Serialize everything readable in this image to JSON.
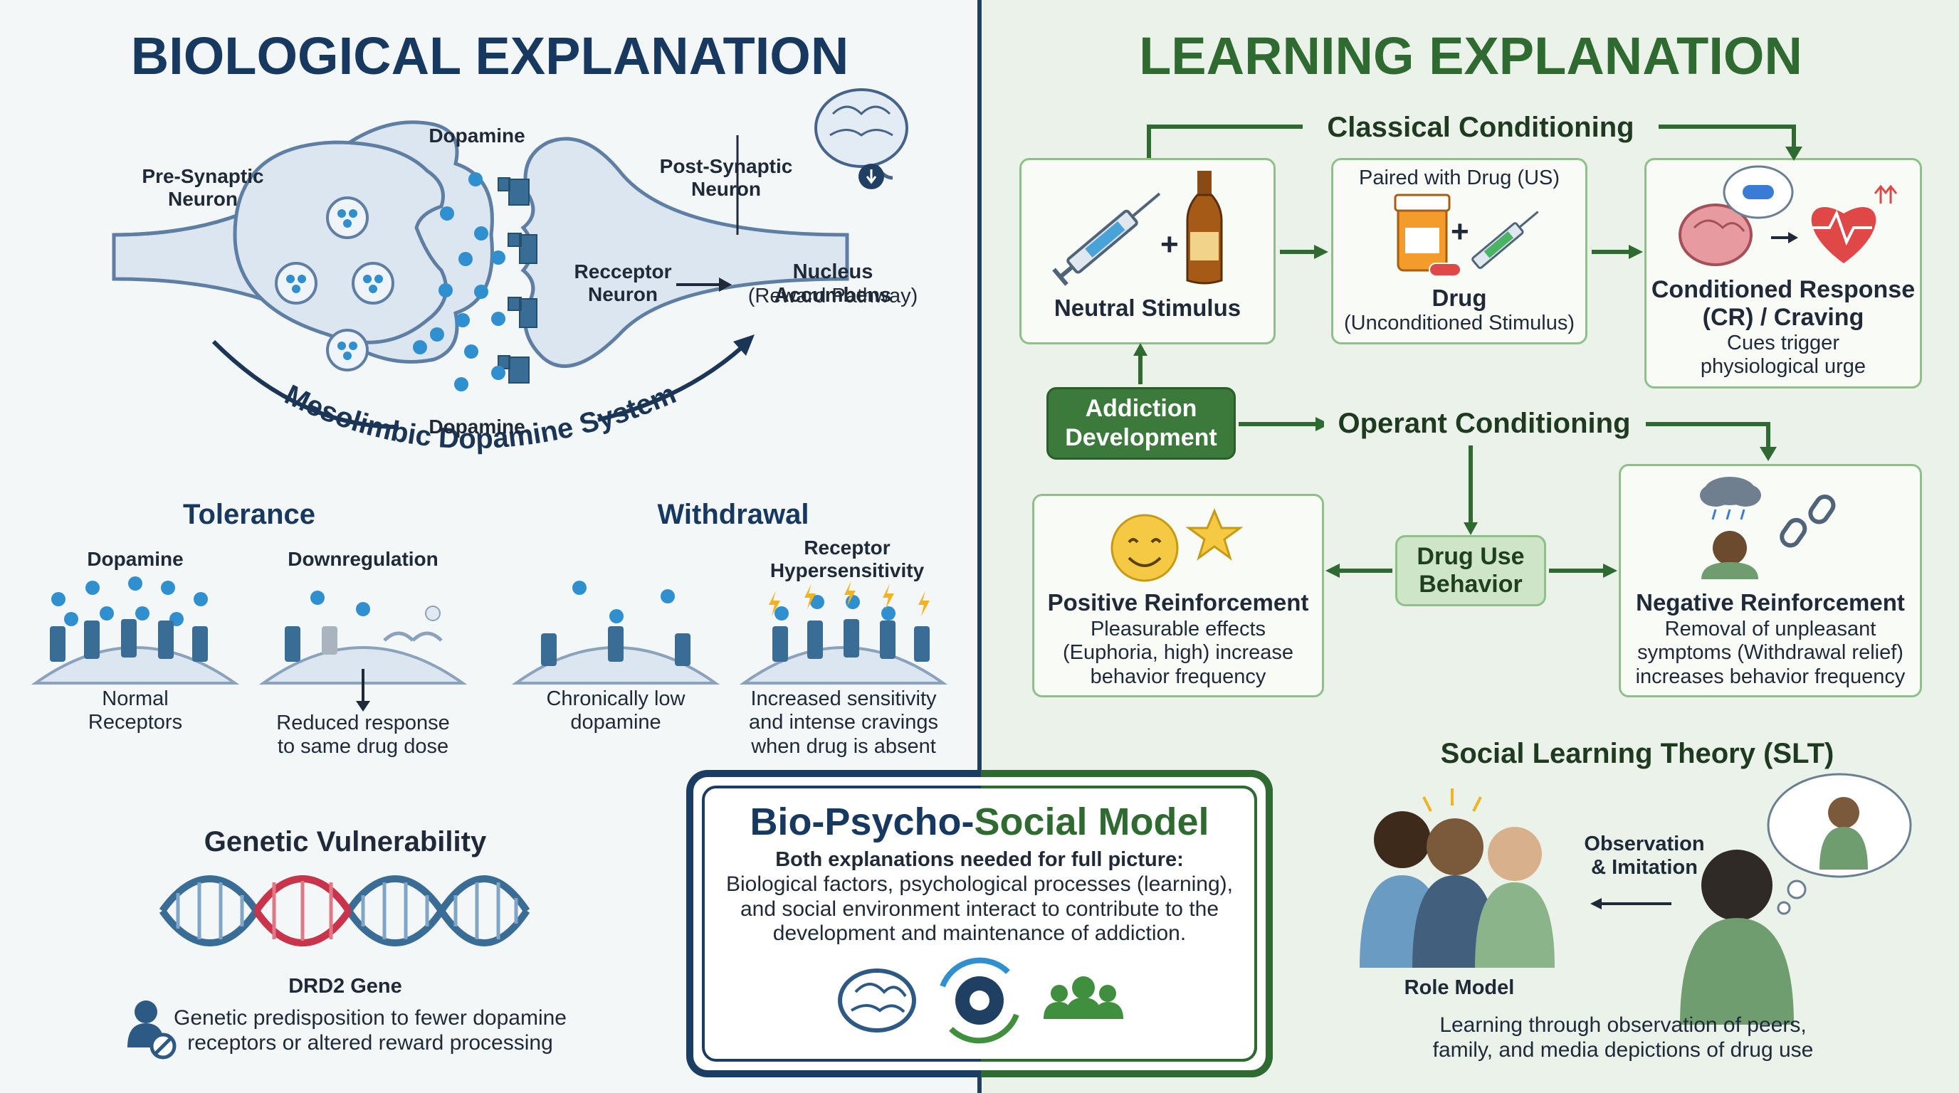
{
  "left": {
    "title": "BIOLOGICAL EXPLANATION",
    "synapse": {
      "pre_synaptic": "Pre-Synaptic\nNeuron",
      "post_synaptic": "Post-Synaptic\nNeuron",
      "dopamine_top": "Dopamine",
      "dopamine_bottom": "Dopamine",
      "receptor_neuron": "Recceptor\nNeuron",
      "nucleus_title": "Nucleus Accumbens",
      "nucleus_sub": "(Reward Pathway)",
      "system_label": "Mesolimbic Dopamine System"
    },
    "tolerance": {
      "title": "Tolerance",
      "col1_head": "Dopamine",
      "col1_caption": "Normal\nReceptors",
      "col2_head": "Downregulation",
      "col2_caption": "Reduced response\nto same drug dose"
    },
    "withdrawal": {
      "title": "Withdrawal",
      "col1_caption": "Chronically low\ndopamine",
      "col2_head": "Receptor\nHypersensitivity",
      "col2_caption": "Increased sensitivity\nand intense cravings\nwhen drug is absent"
    },
    "genetic": {
      "title": "Genetic Vulnerability",
      "gene": "DRD2 Gene",
      "desc": "Genetic predisposition to fewer dopamine\nreceptors or altered reward processing"
    }
  },
  "right": {
    "title": "LEARNING EXPLANATION",
    "classical": {
      "title": "Classical Conditioning",
      "neutral": "Neutral Stimulus",
      "paired": "Paired with Drug (US)",
      "drug": "Drug",
      "drug_sub": "(Unconditioned Stimulus)",
      "cr_title": "Conditioned Response\n(CR) / Craving",
      "cr_sub": "Cues trigger\nphysiological urge"
    },
    "addiction_dev": "Addiction\nDevelopment",
    "operant": {
      "title": "Operant Conditioning",
      "behavior": "Drug Use\nBehavior",
      "pos_title": "Positive Reinforcement",
      "pos_desc": "Pleasurable effects\n(Euphoria, high) increase\nbehavior frequency",
      "neg_title": "Negative Reinforcement",
      "neg_desc": "Removal of unpleasant\nsymptoms (Withdrawal relief)\nincreases behavior frequency"
    },
    "slt": {
      "title": "Social Learning Theory (SLT)",
      "observation": "Observation\n& Imitation",
      "role_model": "Role Model",
      "desc": "Learning through observation of peers,\nfamily, and media depictions of drug use"
    }
  },
  "center": {
    "title_bio": "Bio-Psycho-",
    "title_social": "Social Model",
    "subtitle": "Both explanations needed for full picture:",
    "body": "Biological factors, psychological processes (learning),\nand social environment interact to contribute to the\ndevelopment and maintenance of addiction."
  },
  "colors": {
    "navy": "#17385f",
    "green": "#2f6a31",
    "dopamine_blue": "#2f8fcf",
    "neuron_fill": "#dbe6f1"
  }
}
